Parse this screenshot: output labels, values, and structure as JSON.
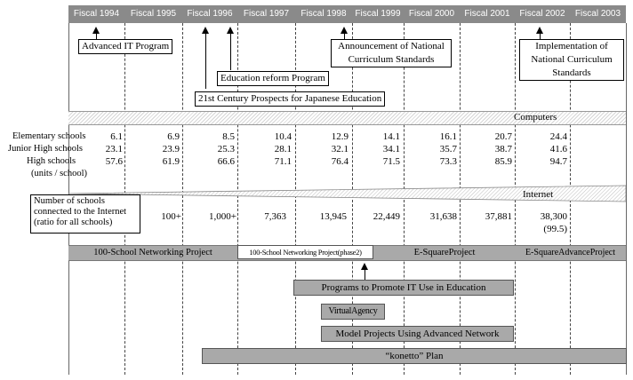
{
  "header": {
    "years": [
      "Fiscal 1994",
      "Fiscal 1995",
      "Fiscal 1996",
      "Fiscal 1997",
      "Fiscal 1998",
      "Fiscal 1999",
      "Fiscal 2000",
      "Fiscal 2001",
      "Fiscal 2002",
      "Fiscal 2003"
    ]
  },
  "events": {
    "advanced_it": "Advanced IT Program",
    "education_reform": "Education reform Program",
    "prospects_21st": "21st Century Prospects for Japanese Education",
    "announcement_line1": "Announcement of National",
    "announcement_line2": "Curriculum Standards",
    "implementation_line1": "Implementation of",
    "implementation_line2": "National Curriculum",
    "implementation_line3": "Standards"
  },
  "computers": {
    "band_label": "Computers",
    "row_labels": [
      "Elementary schools",
      "Junior High schools",
      "High schools",
      "(units / school)"
    ],
    "elementary": [
      "6.1",
      "6.9",
      "8.5",
      "10.4",
      "12.9",
      "14.1",
      "16.1",
      "20.7",
      "24.4"
    ],
    "junior_high": [
      "23.1",
      "23.9",
      "25.3",
      "28.1",
      "32.1",
      "34.1",
      "35.7",
      "38.7",
      "41.6"
    ],
    "high": [
      "57.6",
      "61.9",
      "66.6",
      "71.1",
      "76.4",
      "71.5",
      "73.3",
      "85.9",
      "94.7"
    ]
  },
  "internet": {
    "band_label": "Internet",
    "label_line1": "Number of schools",
    "label_line2": "connected to the Internet",
    "label_line3": "(ratio for all schools)",
    "values": [
      "100+",
      "1,000+",
      "7,363",
      "13,945",
      "22,449",
      "31,638",
      "37,881",
      "38,300"
    ],
    "ratio_2002": "(99.5)"
  },
  "projects": {
    "hundred_school": "100-School Networking Project",
    "hundred_school_phase2": "100-School Networking Project(phase2)",
    "e_square": "E-SquareProject",
    "e_square_advance": "E-SquareAdvanceProject",
    "programs_promote": "Programs to Promote IT Use in Education",
    "virtual_agency": "VirtualAgency",
    "model_projects": "Model Projects Using Advanced Network",
    "konetto": "“konetto” Plan"
  }
}
